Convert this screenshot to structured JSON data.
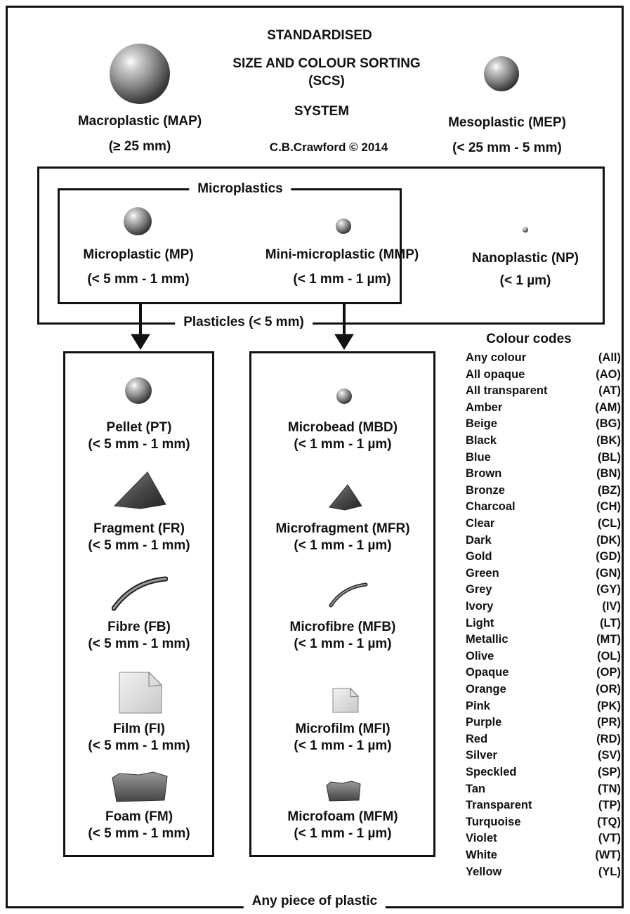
{
  "title": {
    "line1": "STANDARDISED",
    "line2": "SIZE AND COLOUR SORTING",
    "line3": "(SCS)",
    "line4": "SYSTEM",
    "credit": "C.B.Crawford © 2014"
  },
  "macro": {
    "name": "Macroplastic (MAP)",
    "size": "(≥ 25 mm)"
  },
  "meso": {
    "name": "Mesoplastic (MEP)",
    "size": "(< 25 mm - 5 mm)"
  },
  "microplastics_label": "Microplastics",
  "micro": {
    "name": "Microplastic (MP)",
    "size": "(< 5 mm - 1 mm)"
  },
  "minimicro": {
    "name": "Mini-microplastic (MMP)",
    "size": "(< 1 mm - 1 µm)"
  },
  "nano": {
    "name": "Nanoplastic (NP)",
    "size": "(< 1 µm)"
  },
  "plasticles_label": "Plasticles (< 5 mm)",
  "any_piece_label": "Any piece of plastic",
  "left_column": [
    {
      "name": "Pellet (PT)",
      "size": "(< 5 mm - 1 mm)",
      "icon": "pellet-icon"
    },
    {
      "name": "Fragment (FR)",
      "size": "(< 5 mm - 1 mm)",
      "icon": "fragment-icon"
    },
    {
      "name": "Fibre (FB)",
      "size": "(< 5 mm - 1 mm)",
      "icon": "fibre-icon"
    },
    {
      "name": "Film (FI)",
      "size": "(< 5 mm - 1 mm)",
      "icon": "film-icon"
    },
    {
      "name": "Foam (FM)",
      "size": "(< 5 mm - 1 mm)",
      "icon": "foam-icon"
    }
  ],
  "right_column": [
    {
      "name": "Microbead (MBD)",
      "size": "(< 1 mm - 1 µm)",
      "icon": "microbead-icon"
    },
    {
      "name": "Microfragment (MFR)",
      "size": "(< 1 mm - 1 µm)",
      "icon": "microfragment-icon"
    },
    {
      "name": "Microfibre (MFB)",
      "size": "(< 1 mm - 1 µm)",
      "icon": "microfibre-icon"
    },
    {
      "name": "Microfilm (MFI)",
      "size": "(< 1 mm - 1 µm)",
      "icon": "microfilm-icon"
    },
    {
      "name": "Microfoam (MFM)",
      "size": "(< 1 mm - 1 µm)",
      "icon": "microfoam-icon"
    }
  ],
  "colour_codes": {
    "heading": "Colour codes",
    "items": [
      {
        "name": "Any colour",
        "code": "(All)"
      },
      {
        "name": "All opaque",
        "code": "(AO)"
      },
      {
        "name": "All transparent",
        "code": "(AT)"
      },
      {
        "name": "Amber",
        "code": "(AM)"
      },
      {
        "name": "Beige",
        "code": "(BG)"
      },
      {
        "name": "Black",
        "code": "(BK)"
      },
      {
        "name": "Blue",
        "code": "(BL)"
      },
      {
        "name": "Brown",
        "code": "(BN)"
      },
      {
        "name": "Bronze",
        "code": "(BZ)"
      },
      {
        "name": "Charcoal",
        "code": "(CH)"
      },
      {
        "name": "Clear",
        "code": "(CL)"
      },
      {
        "name": "Dark",
        "code": "(DK)"
      },
      {
        "name": "Gold",
        "code": "(GD)"
      },
      {
        "name": "Green",
        "code": "(GN)"
      },
      {
        "name": "Grey",
        "code": "(GY)"
      },
      {
        "name": "Ivory",
        "code": "(IV)"
      },
      {
        "name": "Light",
        "code": "(LT)"
      },
      {
        "name": "Metallic",
        "code": "(MT)"
      },
      {
        "name": "Olive",
        "code": "(OL)"
      },
      {
        "name": "Opaque",
        "code": "(OP)"
      },
      {
        "name": "Orange",
        "code": "(OR)"
      },
      {
        "name": "Pink",
        "code": "(PK)"
      },
      {
        "name": "Purple",
        "code": "(PR)"
      },
      {
        "name": "Red",
        "code": "(RD)"
      },
      {
        "name": "Silver",
        "code": "(SV)"
      },
      {
        "name": "Speckled",
        "code": "(SP)"
      },
      {
        "name": "Tan",
        "code": "(TN)"
      },
      {
        "name": "Transparent",
        "code": "(TP)"
      },
      {
        "name": "Turquoise",
        "code": "(TQ)"
      },
      {
        "name": "Violet",
        "code": "(VT)"
      },
      {
        "name": "White",
        "code": "(WT)"
      },
      {
        "name": "Yellow",
        "code": "(YL)"
      }
    ]
  }
}
